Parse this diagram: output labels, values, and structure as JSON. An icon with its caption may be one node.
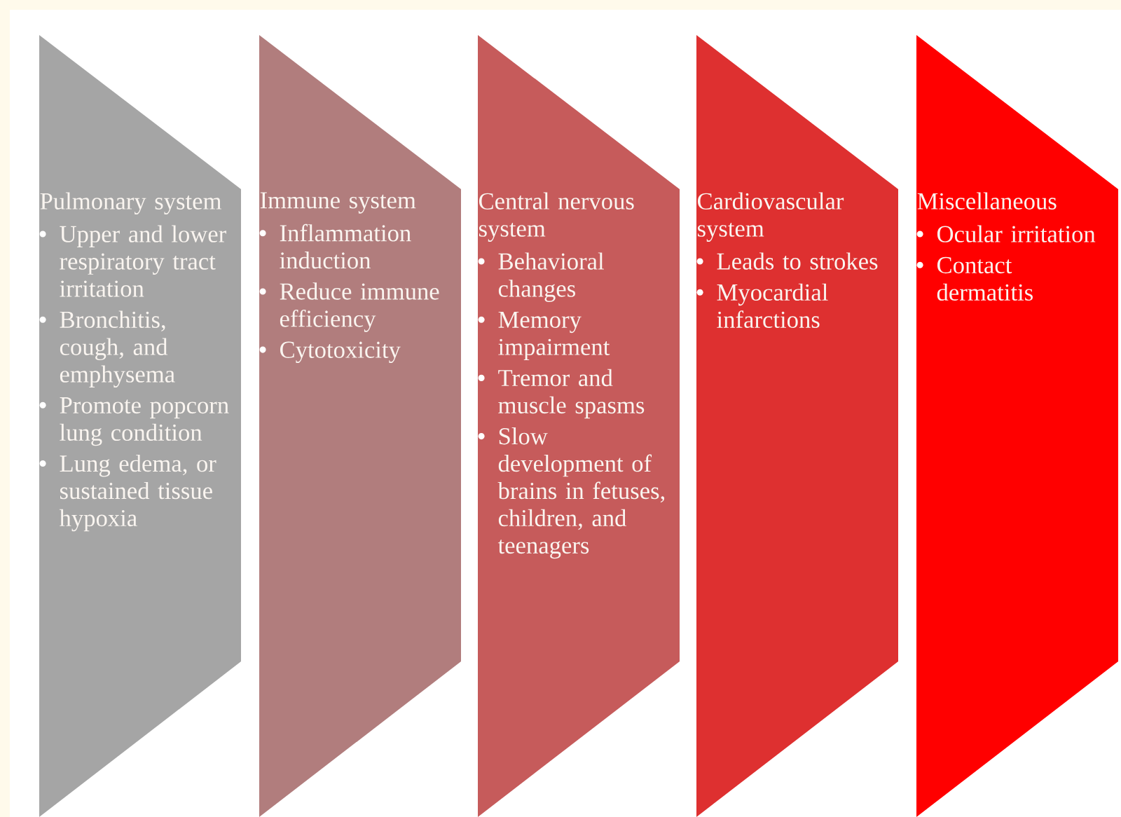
{
  "diagram": {
    "nodes": [
      {
        "text": [
          "Pulmonary system",
          "Upper and lower respiratory tract irritation",
          "Bronchitis, cough, and emphysema",
          "Promote popcorn lung condition",
          "Lung edema, or sustained tissue hypoxia"
        ]
      },
      {
        "text": [
          "Immune system",
          "Inflammation induction",
          "Reduce immune efficiency",
          "Cytotoxicity"
        ]
      },
      {
        "text": [
          "Central nervous system",
          "Behavioral changes",
          "Memory impairment",
          "Tremor and muscle spasms",
          "Slow development of brains in fetuses, children, and teenagers"
        ]
      },
      {
        "text": [
          "Cardiovascular system",
          "Leads to strokes",
          "Myocardial infarctions"
        ]
      },
      {
        "text": [
          "Miscellaneous",
          "Ocular irritation",
          "Contact dermatitis"
        ]
      }
    ]
  }
}
